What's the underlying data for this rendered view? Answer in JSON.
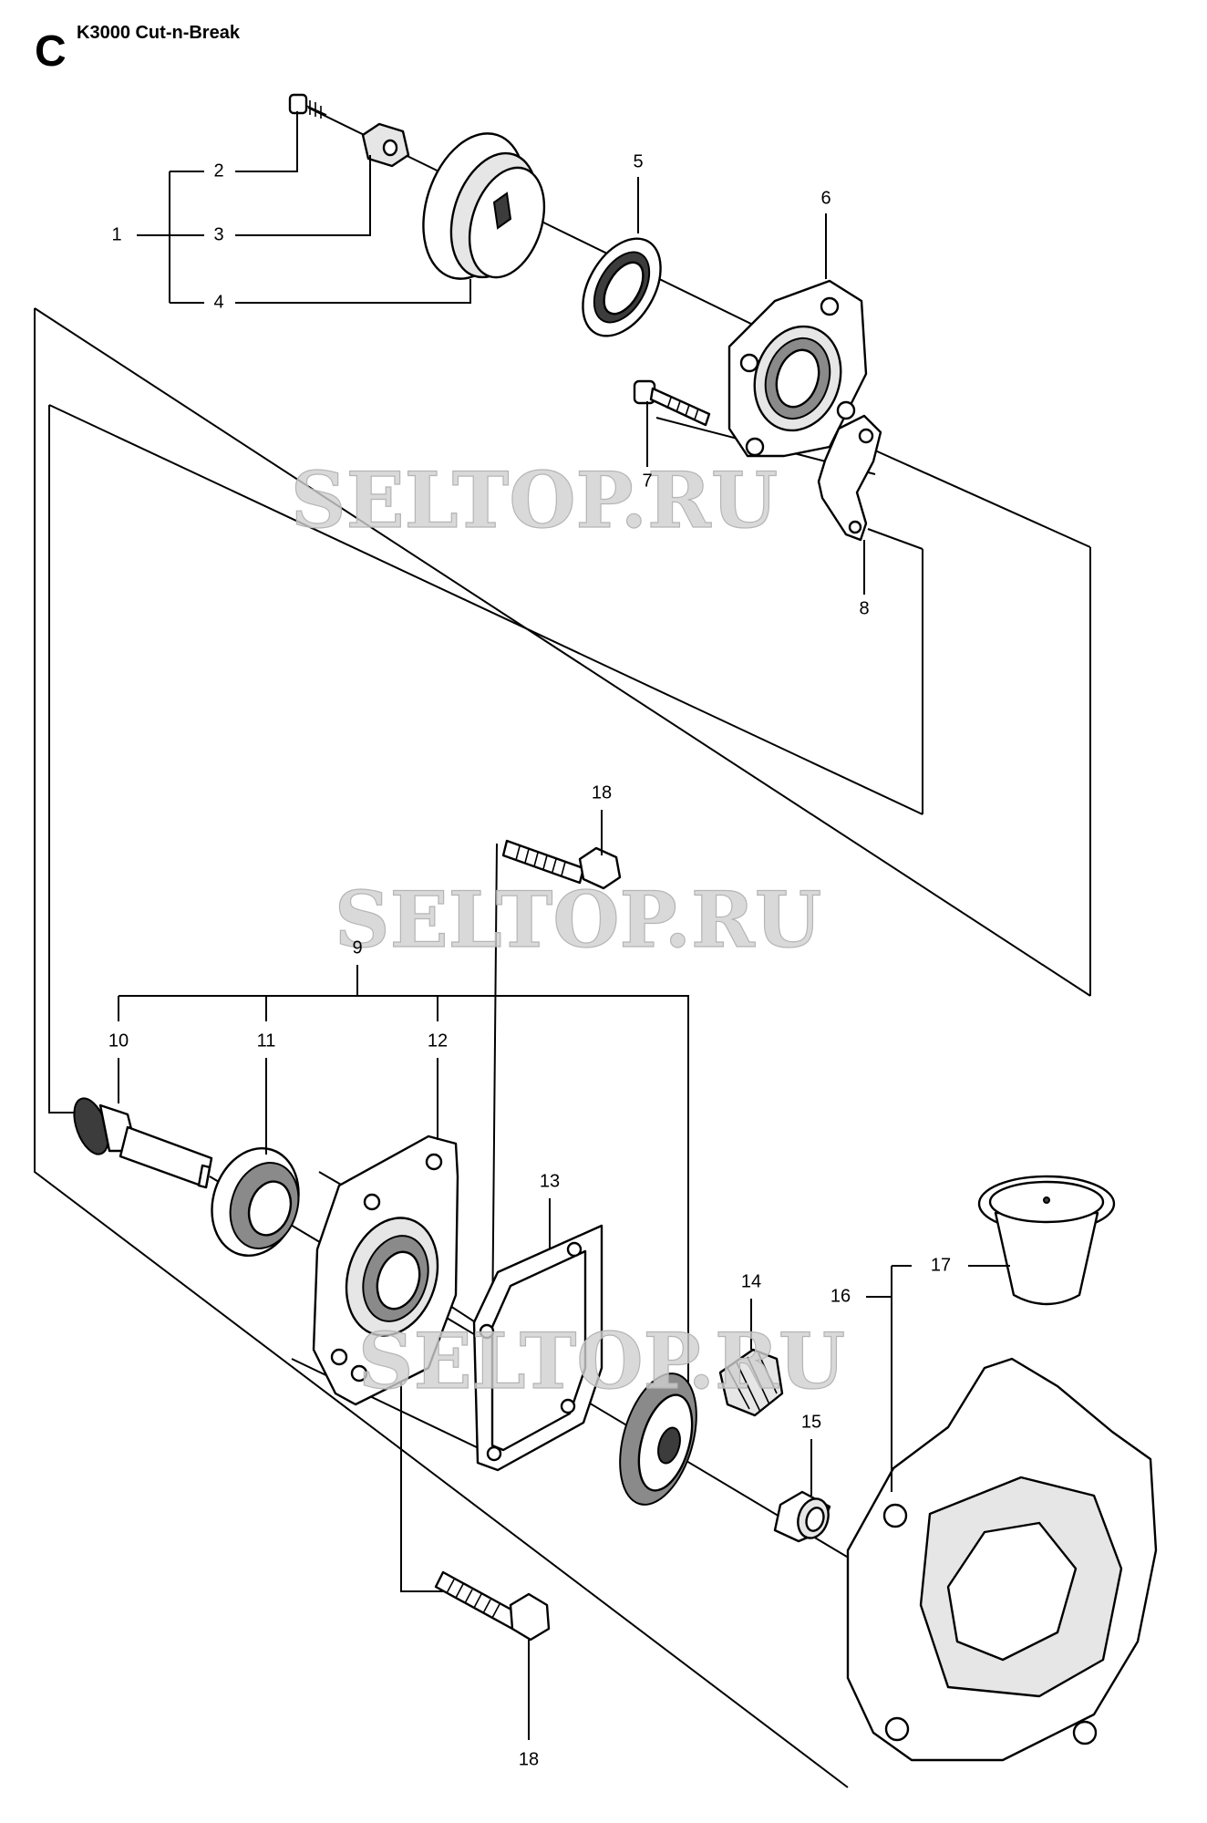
{
  "header": {
    "section_letter": "C",
    "title": "K3000 Cut-n-Break"
  },
  "watermark": [
    "SELTOP.RU",
    "SELTOP.RU",
    "SELTOP.RU"
  ],
  "part_labels": {
    "p1": "1",
    "p2": "2",
    "p3": "3",
    "p4": "4",
    "p5": "5",
    "p6": "6",
    "p7": "7",
    "p8": "8",
    "p9": "9",
    "p10": "10",
    "p11": "11",
    "p12": "12",
    "p13": "13",
    "p14": "14",
    "p15": "15",
    "p16": "16",
    "p17": "17",
    "p18_top": "18",
    "p18_bottom": "18"
  }
}
